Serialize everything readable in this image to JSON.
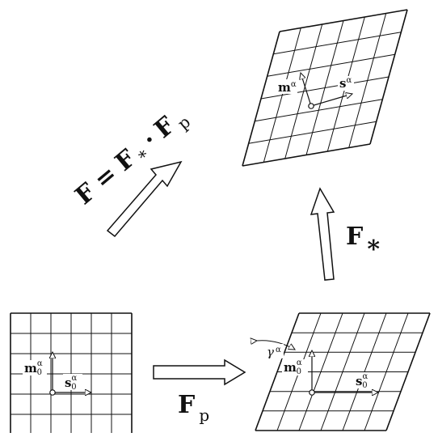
{
  "labels": {
    "decomposition": {
      "F": "F",
      "eq": "=",
      "Fstar": "F",
      "star": "*",
      "dot": "·",
      "Fp": "F",
      "p": "p"
    },
    "fp_arrow": {
      "F": "F",
      "sub": "p"
    },
    "fstar_arrow": {
      "F": "F",
      "sub": "*"
    },
    "reference": {
      "m": "m",
      "m_sub": "0",
      "m_sup": "α",
      "s": "s",
      "s_sub": "0",
      "s_sup": "α"
    },
    "intermediate": {
      "gamma": "γ",
      "gamma_sup": "α",
      "m": "m",
      "m_sub": "0",
      "m_sup": "α",
      "s": "s",
      "s_sub": "0",
      "s_sup": "α"
    },
    "current": {
      "m": "m",
      "m_sup": "α",
      "s": "s",
      "s_sup": "α"
    }
  },
  "colors": {
    "ink": "#111111",
    "paper": "#ffffff"
  }
}
